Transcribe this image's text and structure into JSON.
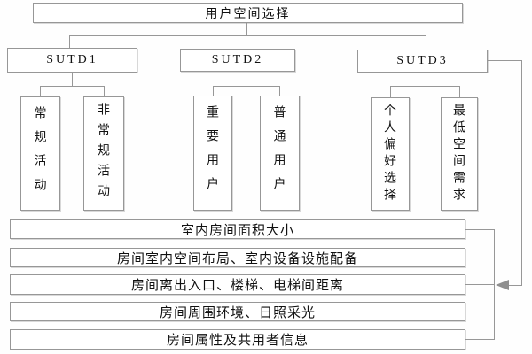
{
  "diagram": {
    "root": {
      "label": "用户空间选择"
    },
    "groups": [
      {
        "label": "SUTD1",
        "children": [
          "常规活动",
          "非常规活动"
        ]
      },
      {
        "label": "SUTD2",
        "children": [
          "重要用户",
          "普通用户"
        ]
      },
      {
        "label": "SUTD3",
        "children": [
          "个人偏好选择",
          "最低空间需求"
        ]
      }
    ],
    "criteria": [
      "室内房间面积大小",
      "房间室内空间布局、室内设备设施配备",
      "房间离出入口、楼梯、电梯间距离",
      "房间周围环境、日照采光",
      "房间属性及共用者信息"
    ],
    "colors": {
      "line": "#979797",
      "box_border": "#979797",
      "text": "#111111",
      "background": "#ffffff",
      "arrowhead": "#8f8f8f"
    },
    "arrow": {
      "direction": "left",
      "from": "SUTD3",
      "to": "criteria-bus"
    }
  }
}
